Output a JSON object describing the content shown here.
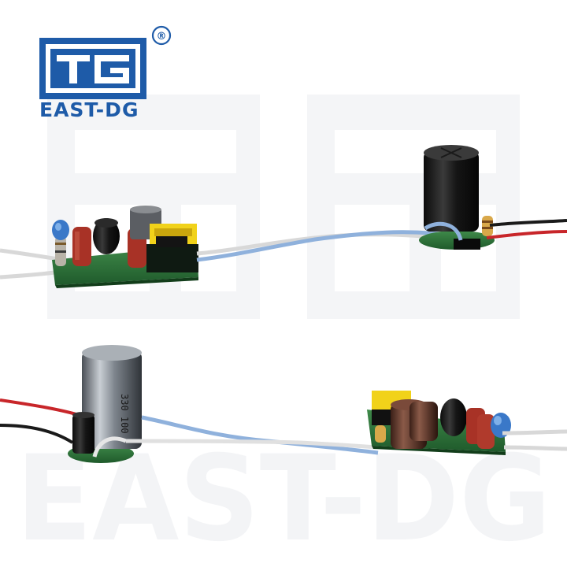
{
  "brand": {
    "logo_text": "EAST-DG",
    "registered_mark": "®",
    "watermark_text": "EAST-DG",
    "color_blue": "#1e5ba8"
  },
  "photo": {
    "subject": "LED driver circuit boards"
  }
}
